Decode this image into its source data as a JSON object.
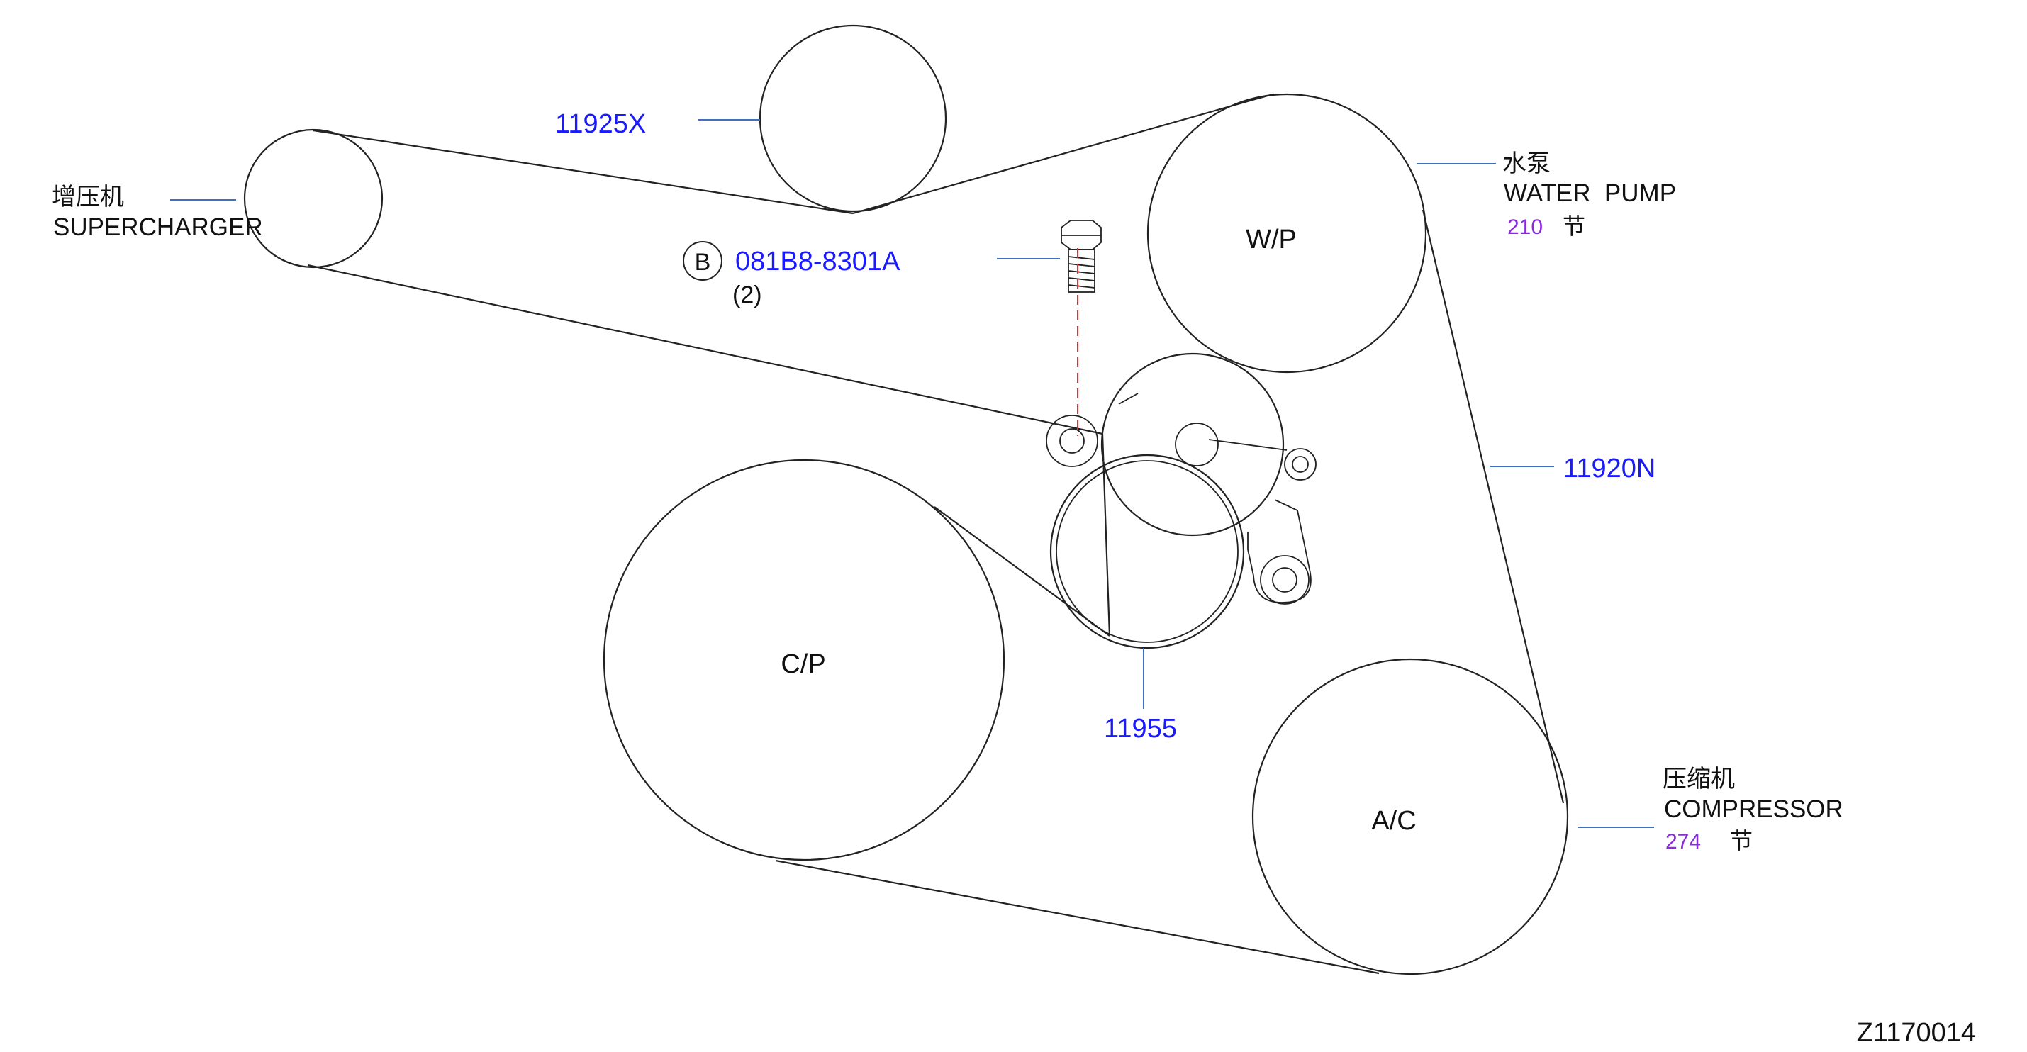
{
  "pulleys": {
    "water_pump": "W/P",
    "crank_pulley": "C/P",
    "ac": "A/C"
  },
  "callouts": {
    "idler_part": "11925X",
    "belt_part": "11920N",
    "tensioner_part": "11955",
    "bolt_circle_letter": "B",
    "bolt_part": "081B8-8301A",
    "bolt_qty": "(2)"
  },
  "labels": {
    "supercharger_cn": "增压机",
    "supercharger_en": "SUPERCHARGER",
    "water_pump_cn": "水泵",
    "water_pump_en": "WATER  PUMP",
    "water_pump_ref": "210",
    "water_pump_section": "节",
    "compressor_cn": "压缩机",
    "compressor_en": "COMPRESSOR",
    "compressor_ref": "274",
    "compressor_section": "节"
  },
  "figure_id": "Z1170014",
  "colors": {
    "part_number": "#1a1aff",
    "reference": "#8a2be2",
    "leader": "#3f6fbf",
    "dashed_axis": "#e03030"
  }
}
